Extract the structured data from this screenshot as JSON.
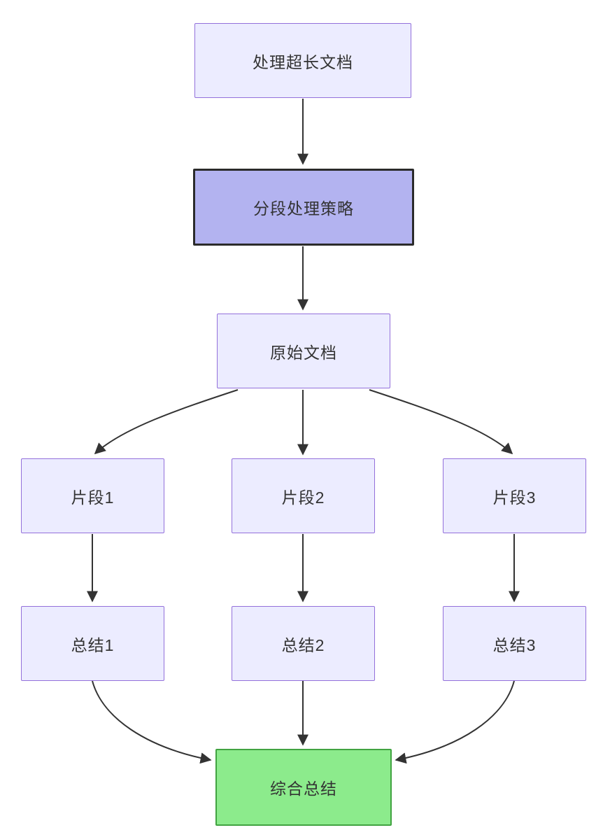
{
  "diagram": {
    "type": "flowchart",
    "direction": "top-down",
    "background": "#ffffff",
    "colors": {
      "default_fill": "#ECECFF",
      "default_border": "#9370DB",
      "highlight_fill": "#B3B3F0",
      "highlight_border": "#2B2B2B",
      "success_fill": "#8CEB8C",
      "success_border": "#41A341",
      "edge": "#333333",
      "text": "#333333"
    },
    "nodes": {
      "process_long_doc": {
        "label": "处理超长文档"
      },
      "segment_strategy": {
        "label": "分段处理策略"
      },
      "original_doc": {
        "label": "原始文档"
      },
      "fragment_1": {
        "label": "片段1"
      },
      "fragment_2": {
        "label": "片段2"
      },
      "fragment_3": {
        "label": "片段3"
      },
      "summary_1": {
        "label": "总结1"
      },
      "summary_2": {
        "label": "总结2"
      },
      "summary_3": {
        "label": "总结3"
      },
      "combined_summary": {
        "label": "综合总结"
      }
    },
    "edges": [
      {
        "from": "process_long_doc",
        "to": "segment_strategy"
      },
      {
        "from": "segment_strategy",
        "to": "original_doc"
      },
      {
        "from": "original_doc",
        "to": "fragment_1"
      },
      {
        "from": "original_doc",
        "to": "fragment_2"
      },
      {
        "from": "original_doc",
        "to": "fragment_3"
      },
      {
        "from": "fragment_1",
        "to": "summary_1"
      },
      {
        "from": "fragment_2",
        "to": "summary_2"
      },
      {
        "from": "fragment_3",
        "to": "summary_3"
      },
      {
        "from": "summary_1",
        "to": "combined_summary"
      },
      {
        "from": "summary_2",
        "to": "combined_summary"
      },
      {
        "from": "summary_3",
        "to": "combined_summary"
      }
    ]
  }
}
